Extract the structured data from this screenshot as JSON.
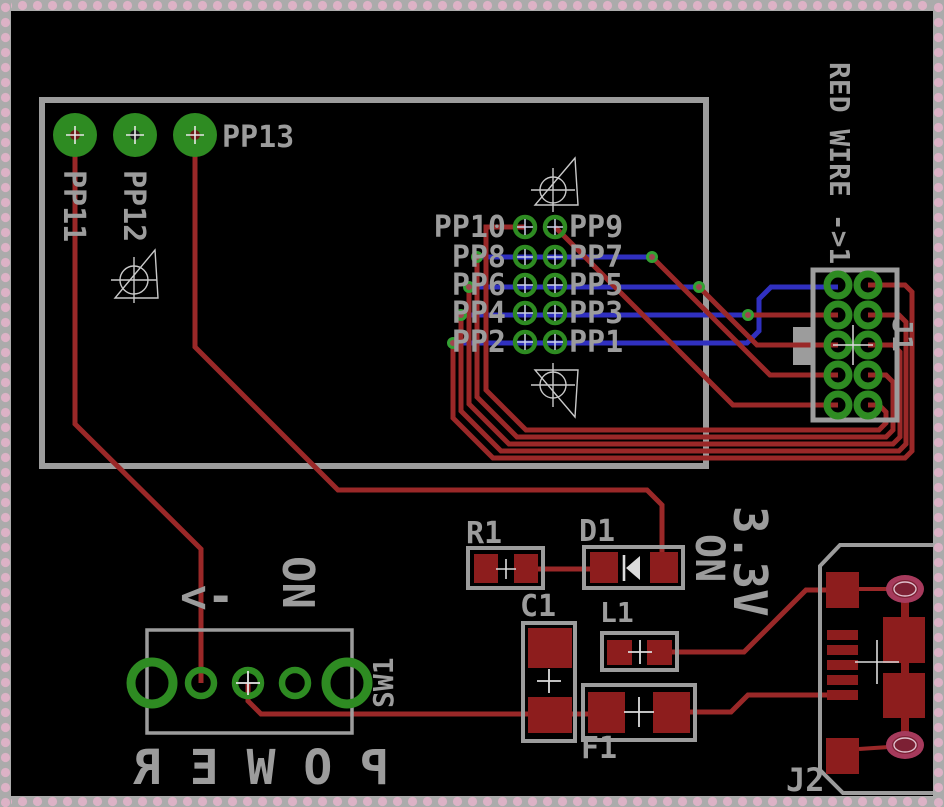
{
  "canvas": {
    "type": "pcb-layout-editor",
    "board_name": ""
  },
  "colors": {
    "background": "#000000",
    "copper_top_red": "#9a2828",
    "copper_bottom_blue": "#3030c0",
    "pad_green": "#2e8b22",
    "smd_pad_dark_red": "#8d1d1d",
    "silkscreen_gray": "#9c9c9c",
    "oval_pad_magenta": "#a63a5c",
    "board_edge_band_gray": "#ababab",
    "board_edge_band_dot_pink": "#ddb2c6"
  },
  "testpoints": {
    "pp11": "PP11",
    "pp12": "PP12",
    "pp13": "PP13"
  },
  "grid": {
    "left": [
      "PP10",
      "PP8",
      "PP6",
      "PP4",
      "PP2"
    ],
    "right": [
      "PP9",
      "PP7",
      "PP5",
      "PP3",
      "PP1"
    ]
  },
  "annotations": {
    "red_wire": "RED WIRE ->1",
    "on_led": "ON",
    "voltage": "3.3V",
    "on_switch": "ON",
    "switch_arrow": "<-",
    "power_mirrored": "POWER"
  },
  "components": {
    "j1": "J1",
    "j2": "J2",
    "sw1": "SW1",
    "r1": "R1",
    "d1": "D1",
    "c1": "C1",
    "l1": "L1",
    "f1": "F1"
  }
}
